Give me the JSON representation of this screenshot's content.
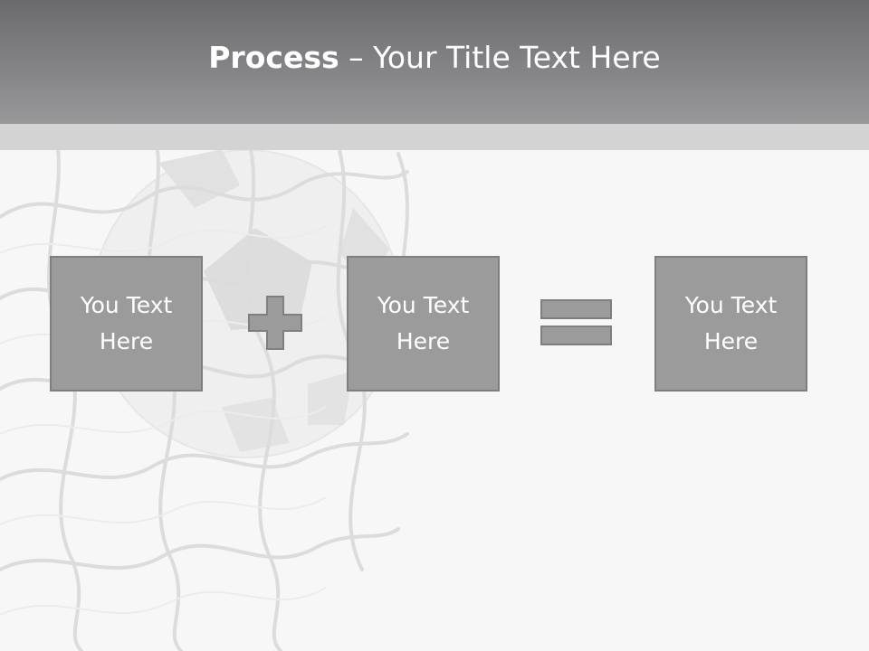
{
  "slide": {
    "title_bold": "Process",
    "title_separator": " – ",
    "title_rest": "Your Title Text Here"
  },
  "boxes": [
    {
      "text": "You Text Here"
    },
    {
      "text": "You Text Here"
    },
    {
      "text": "You Text Here"
    }
  ],
  "operators": [
    "plus-icon",
    "equals-icon"
  ],
  "background_image": "soccer-ball-in-net-icon",
  "colors": {
    "header": "#7d7d80",
    "stripe": "#d3d3d3",
    "box_fill": "#9b9b9b",
    "box_border": "#7f7f7f",
    "text": "#ffffff"
  }
}
